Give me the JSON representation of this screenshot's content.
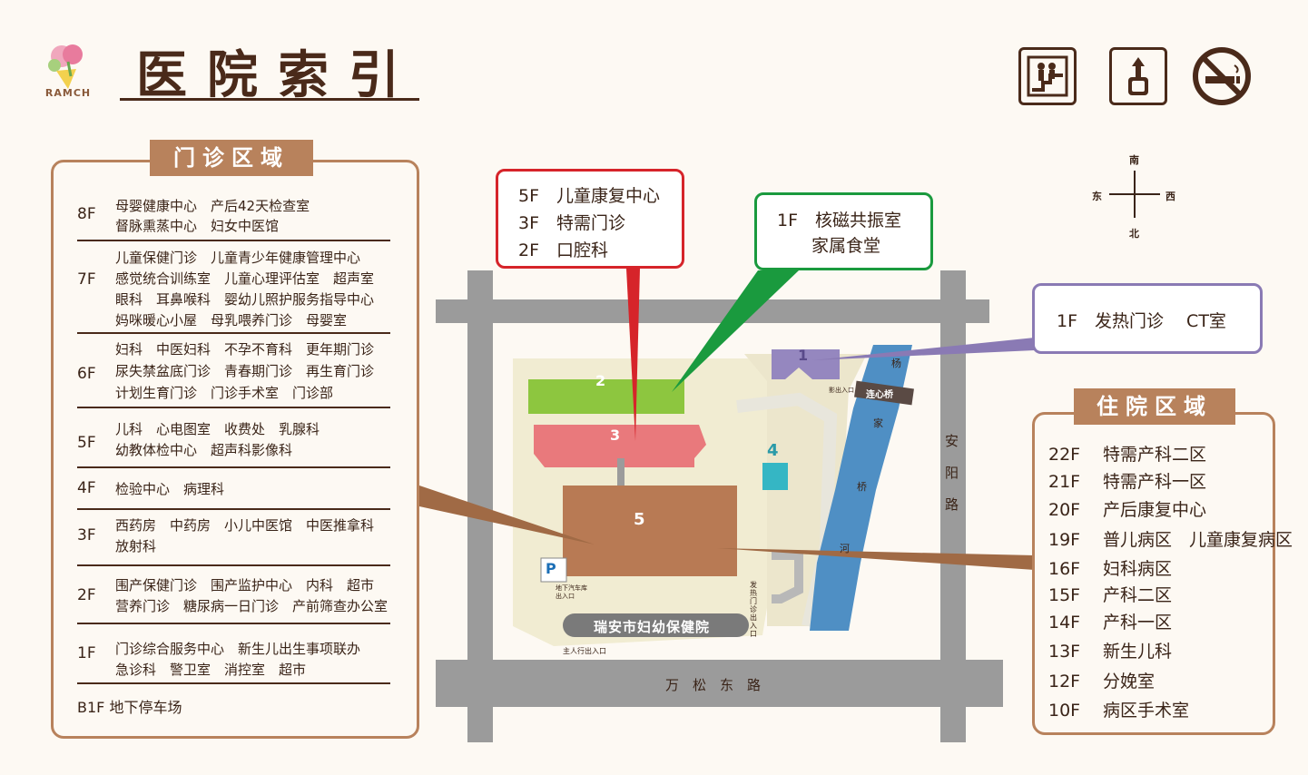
{
  "header": {
    "logo_text": "RAMCH",
    "title": "医院索引",
    "icons": [
      "escalator-sign-icon",
      "elevator-sign-icon",
      "no-smoking-sign-icon"
    ]
  },
  "outpatient": {
    "title": "门诊区域",
    "floors": [
      {
        "floor": "8F",
        "lines": [
          "母婴健康中心　产后42天检查室",
          "督脉熏蒸中心　妇女中医馆"
        ]
      },
      {
        "floor": "7F",
        "lines": [
          "儿童保健门诊　儿童青少年健康管理中心",
          "感觉统合训练室　儿童心理评估室　超声室",
          "眼科　耳鼻喉科　婴幼儿照护服务指导中心",
          "妈咪暖心小屋　母乳喂养门诊　母婴室"
        ]
      },
      {
        "floor": "6F",
        "lines": [
          "妇科　中医妇科　不孕不育科　更年期门诊",
          "尿失禁盆底门诊　青春期门诊　再生育门诊",
          "计划生育门诊　门诊手术室　门诊部"
        ]
      },
      {
        "floor": "5F",
        "lines": [
          "儿科　心电图室　收费处　乳腺科",
          "幼教体检中心　超声科影像科"
        ]
      },
      {
        "floor": "4F",
        "lines": [
          "检验中心　病理科"
        ]
      },
      {
        "floor": "3F",
        "lines": [
          "西药房　中药房　小儿中医馆　中医推拿科",
          "放射科"
        ]
      },
      {
        "floor": "2F",
        "lines": [
          "围产保健门诊　围产监护中心　内科　超市",
          "营养门诊　糖尿病一日门诊　产前筛查办公室"
        ]
      },
      {
        "floor": "1F",
        "lines": [
          "门诊综合服务中心　新生儿出生事项联办",
          "急诊科　警卫室　消控室　超市"
        ]
      }
    ],
    "b1": "B1F 地下停车场"
  },
  "inpatient": {
    "title": "住院区域",
    "floors": [
      {
        "floor": "22F",
        "name": "特需产科二区"
      },
      {
        "floor": "21F",
        "name": "特需产科一区"
      },
      {
        "floor": "20F",
        "name": "产后康复中心"
      },
      {
        "floor": "19F",
        "name": "普儿病区　儿童康复病区"
      },
      {
        "floor": "16F",
        "name": "妇科病区"
      },
      {
        "floor": "15F",
        "name": "产科二区"
      },
      {
        "floor": "14F",
        "name": "产科一区"
      },
      {
        "floor": "13F",
        "name": "新生儿科"
      },
      {
        "floor": "12F",
        "name": "分娩室"
      },
      {
        "floor": "10F",
        "name": "病区手术室"
      }
    ]
  },
  "callouts": {
    "red": [
      "5F　儿童康复中心",
      "3F　特需门诊",
      "2F　口腔科"
    ],
    "green": [
      "1F　核磁共振室",
      "　　家属食堂"
    ],
    "purple": [
      "1F　发热门诊　 CT室"
    ]
  },
  "map": {
    "compass": {
      "north": "北",
      "south": "南",
      "east": "东",
      "west": "西"
    },
    "roads": {
      "bottom": "万　松　东　路",
      "right": [
        "安",
        "阳",
        "路"
      ]
    },
    "river": [
      "杨",
      "家",
      "桥",
      "河"
    ],
    "bridge": "连心桥",
    "hospital_name": "瑞安市妇幼保健院",
    "gate_labels": {
      "pedestrian": "主人行出入口",
      "car": "地下汽车库出入口",
      "outpatient_car": "发热门诊出入口",
      "fever": "影出入口",
      "parking": "P"
    },
    "building_numbers": [
      "1",
      "2",
      "3",
      "4",
      "5"
    ],
    "colors": {
      "b1": "#9587bf",
      "b2": "#8dc63f",
      "b3": "#e9797c",
      "b4": "#35b6c4",
      "b5": "#b87a54",
      "river": "#4f8fc4",
      "road": "#9b9b9b",
      "ground": "#f1ecd2"
    }
  }
}
